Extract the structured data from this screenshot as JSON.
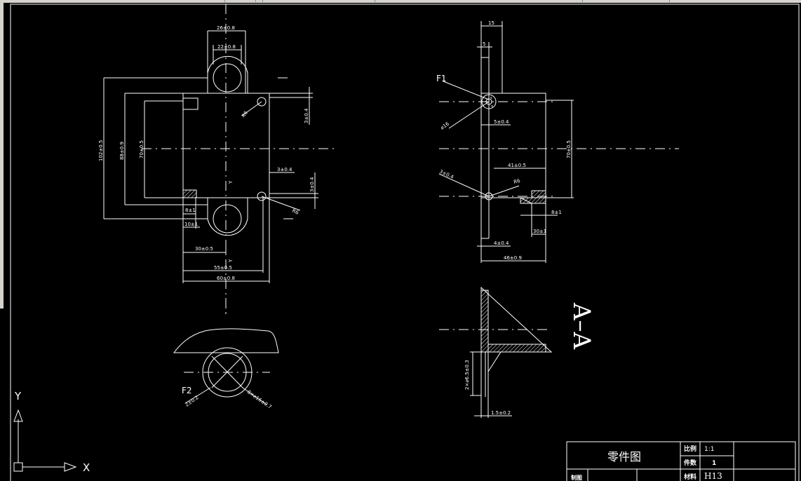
{
  "views": {
    "front": {
      "dims": {
        "d26": "26±0.8",
        "d22": "22±0.8",
        "d102": "102±0.5",
        "d88": "88±0.9",
        "d70": "70±0.5",
        "d3a": "3±0.4",
        "d3b": "3±0.4",
        "d3c": "3±0.4",
        "d8": "8±1",
        "d10": "10±1",
        "d30": "30±0.5",
        "d55": "55±0.5",
        "d60": "60±0.8",
        "r": "R6",
        "rb": "R6",
        "y1": "Y",
        "y2": "Y"
      }
    },
    "side": {
      "f1": "F1",
      "dims": {
        "d15": "15",
        "d5": "5",
        "dia": "⌀16",
        "d5b": "5±0.4",
        "d41": "41±0.5",
        "d70": "70±0.5",
        "d3": "3±0.4",
        "d8": "8±1",
        "d30": "30±1",
        "d4": "4±0.4",
        "d46": "46±0.9",
        "r": "R6"
      }
    },
    "detail": {
      "f2": "F2",
      "dims": {
        "d2": "2±0.2",
        "d7": "8×⌀16±0.7"
      }
    },
    "section": {
      "title": "A–A",
      "dims": {
        "d2": "2×⌀6.5±0.3",
        "d15": "1.5±0.2"
      }
    }
  },
  "ucs": {
    "y": "Y",
    "x": "X"
  },
  "title_block": {
    "part_name": "零件图",
    "scale_label": "比例",
    "scale_value": "1:1",
    "qty_label": "件数",
    "qty_value": "1",
    "material_label": "材料",
    "material_value": "H13",
    "drawn_label": "制图"
  }
}
